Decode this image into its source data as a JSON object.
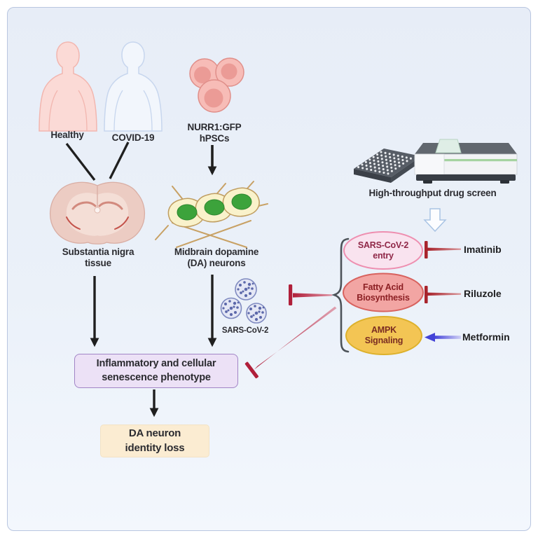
{
  "panel": {
    "background": "#e9eef8",
    "border": "#b9c6e0"
  },
  "sources": {
    "healthy": {
      "label": "Healthy"
    },
    "covid": {
      "label": "COVID-19"
    },
    "hpsc": {
      "label_line1": "NURR1:GFP",
      "label_line2": "hPSCs"
    }
  },
  "tissue": {
    "substantia": {
      "line1": "Substantia nigra",
      "line2": "tissue"
    },
    "midbrain": {
      "line1": "Midbrain dopamine",
      "line2": "(DA) neurons"
    },
    "virus": {
      "label": "SARS-CoV-2"
    }
  },
  "screen": {
    "label": "High-throughput drug screen"
  },
  "pathways": [
    {
      "line1": "SARS-CoV-2",
      "line2": "entry",
      "drug": "Imatinib",
      "effect": "inhibition",
      "fill": "#f9e3ef",
      "stroke": "#ee8fb0",
      "text_color": "#8f2747"
    },
    {
      "line1": "Fatty Acid",
      "line2": "Biosynthesis",
      "drug": "Riluzole",
      "effect": "inhibition",
      "fill": "#f2a5a3",
      "stroke": "#d8625e",
      "text_color": "#8c2024"
    },
    {
      "line1": "AMPK",
      "line2": "Signaling",
      "drug": "Metformin",
      "effect": "activation",
      "fill": "#f3c554",
      "stroke": "#ddb12c",
      "text_color": "#7b2d22"
    }
  ],
  "outcomes": {
    "phenotype": {
      "line1": "Inflammatory and cellular",
      "line2": "senescence phenotype",
      "fill": "#ece1f6",
      "border": "#a184c6"
    },
    "identity": {
      "line1": "DA neuron",
      "line2": "identity loss",
      "fill": "#fbecd2"
    }
  },
  "colors": {
    "inhibition_red": "#b01f3a",
    "activation_blue": "#4343d6",
    "arrow_black": "#1f1f1f",
    "healthy_pink": "#fbdad6",
    "covid_blue": "#f2f6fc",
    "neuron_nucleus_green": "#3ca33b",
    "virus_blue": "#7f8ac0"
  }
}
